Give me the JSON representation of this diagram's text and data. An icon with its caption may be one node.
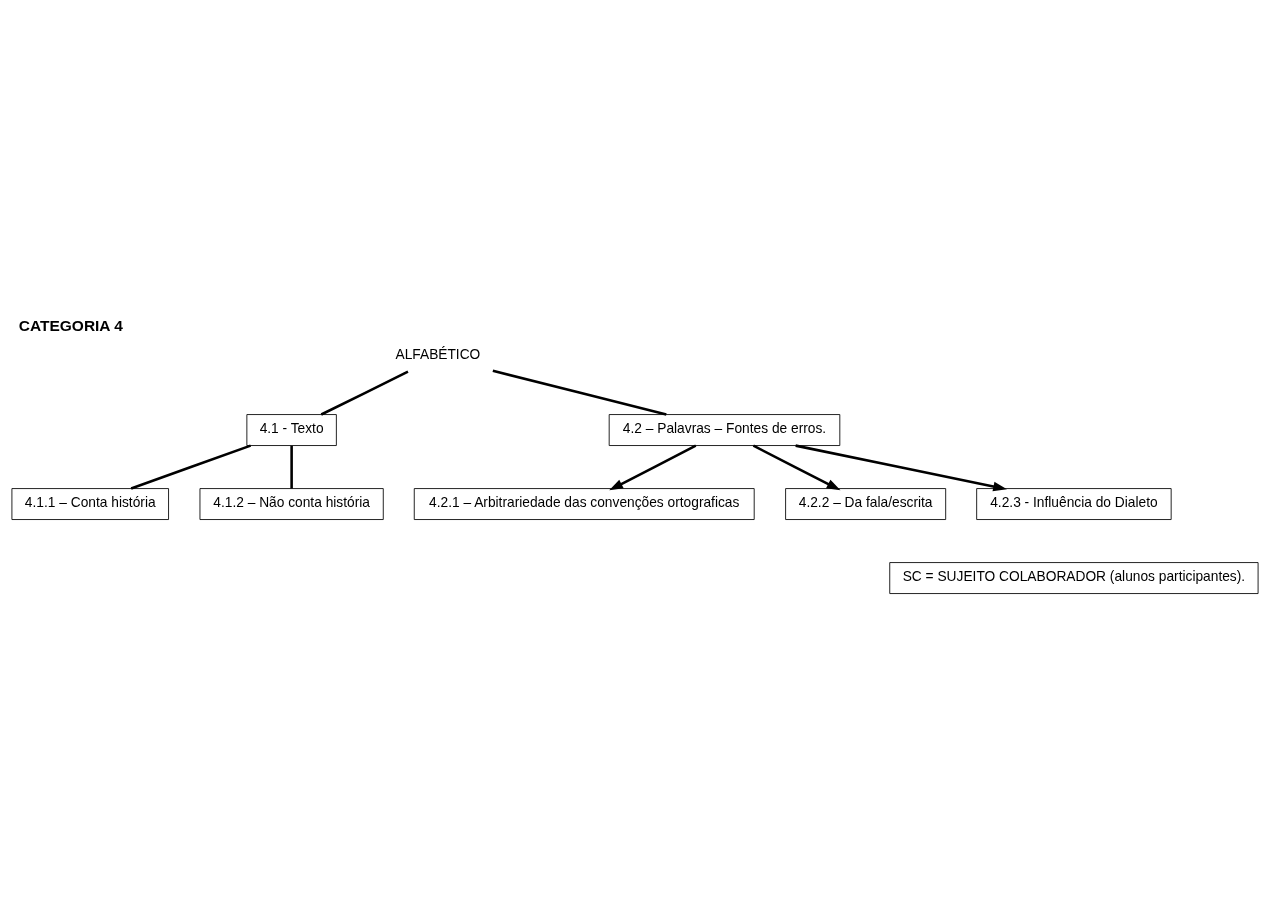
{
  "diagram": {
    "title": "CATEGORIA 4",
    "nodes": [
      {
        "text": [
          "ALFABÉTICO"
        ]
      },
      {
        "text": [
          "4.1 - Texto"
        ]
      },
      {
        "text": [
          "4.1.1 – Conta história"
        ]
      },
      {
        "text": [
          "4.1.2 – Não conta história"
        ]
      },
      {
        "text": [
          "4.2 – Palavras – Fontes de erros."
        ]
      },
      {
        "text": [
          "4.2.1 – Arbitrariedade das convenções ortograficas"
        ]
      },
      {
        "text": [
          "4.2.2 – Da fala/escrita"
        ]
      },
      {
        "text": [
          "4.2.3 - Influência do Dialeto"
        ]
      },
      {
        "text": [
          "SC = SUJEITO COLABORADOR (alunos participantes)."
        ]
      }
    ],
    "edges": [
      {
        "from": 0,
        "to": 1,
        "arrow": "none"
      },
      {
        "from": 0,
        "to": 4,
        "arrow": "none"
      },
      {
        "from": 1,
        "to": 2,
        "arrow": "none"
      },
      {
        "from": 1,
        "to": 3,
        "arrow": "none"
      },
      {
        "from": 4,
        "to": 5,
        "arrow": "to"
      },
      {
        "from": 4,
        "to": 6,
        "arrow": "to"
      },
      {
        "from": 4,
        "to": 7,
        "arrow": "to"
      }
    ]
  }
}
